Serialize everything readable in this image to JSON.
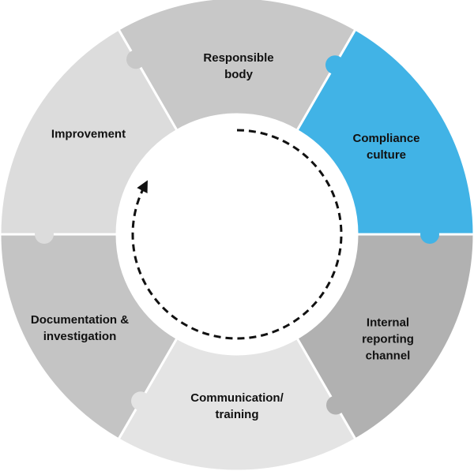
{
  "diagram": {
    "segments": [
      {
        "id": "responsible-body",
        "label": "Responsible\nbody",
        "color": "#c8c8c8"
      },
      {
        "id": "compliance-culture",
        "label": "Compliance\nculture",
        "color": "#41b3e6"
      },
      {
        "id": "internal-reporting-channel",
        "label": "Internal\nreporting\nchannel",
        "color": "#b1b1b1"
      },
      {
        "id": "communication-training",
        "label": "Communication/\ntraining",
        "color": "#e4e4e4"
      },
      {
        "id": "documentation-investigation",
        "label": "Documentation &\ninvestigation",
        "color": "#c4c4c4"
      },
      {
        "id": "improvement",
        "label": "Improvement",
        "color": "#dcdcdc"
      }
    ],
    "cycle_arrow": {
      "style": "dashed",
      "direction": "clockwise"
    }
  }
}
